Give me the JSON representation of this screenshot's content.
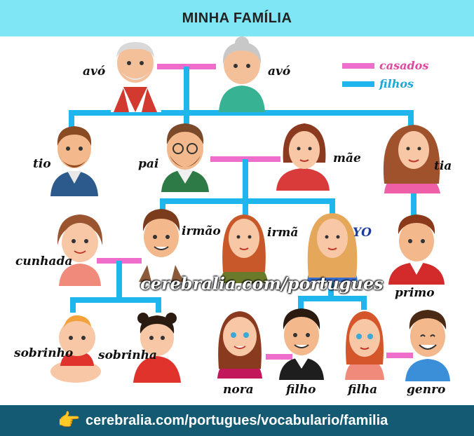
{
  "header": {
    "title": "MINHA FAMÍLIA"
  },
  "legend": {
    "married_label": "casados",
    "children_label": "filhos",
    "married_color": "#f06ecb",
    "children_color": "#1fb6ee"
  },
  "labels": {
    "grandfather": "avó",
    "grandmother": "avó",
    "uncle": "tio",
    "father": "pai",
    "mother": "mãe",
    "aunt": "tia",
    "sister_in_law": "cunhada",
    "brother": "irmão",
    "sister": "irmã",
    "me": "YO",
    "cousin": "primo",
    "nephew": "sobrinho",
    "niece": "sobrinha",
    "daughter_in_law": "nora",
    "son": "filho",
    "daughter": "filha",
    "son_in_law": "genro"
  },
  "watermark": "cerebralia.com/portugues",
  "footer": {
    "url": "cerebralia.com/portugues/vocabulario/familia",
    "icon": "pointing-hand-icon"
  }
}
